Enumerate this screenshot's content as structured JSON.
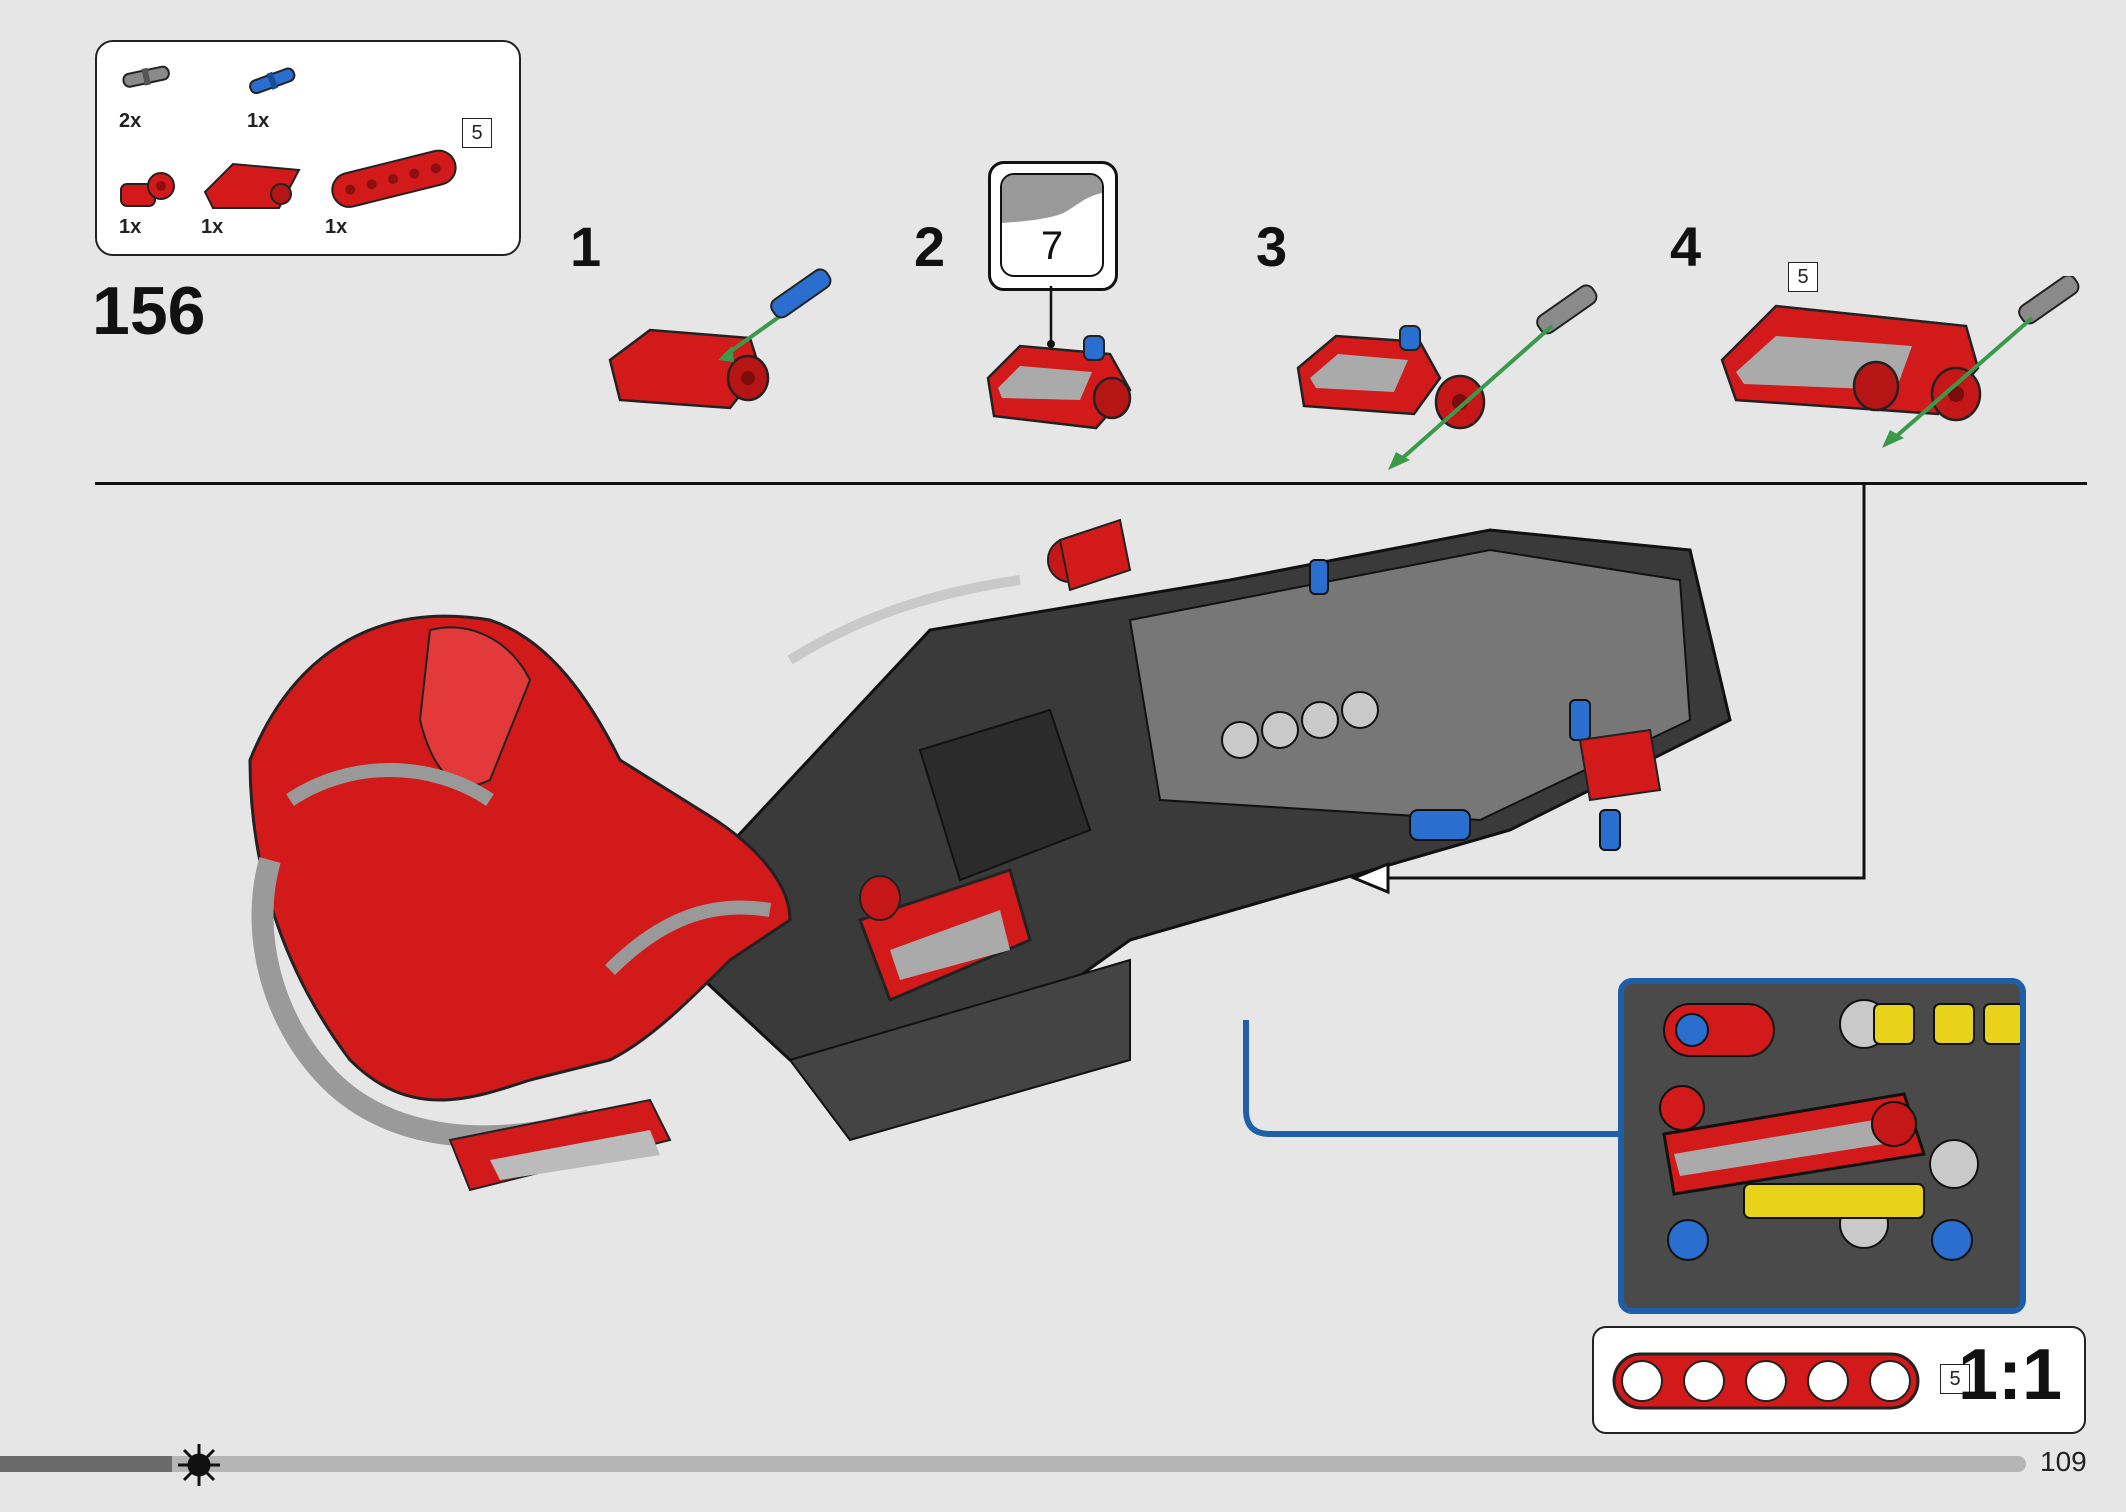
{
  "parts_list": {
    "items": [
      {
        "qty": "2x",
        "icon": "gray-axle-pin-icon",
        "color": "#8a8a8a"
      },
      {
        "qty": "1x",
        "icon": "blue-axle-pin-icon",
        "color": "#2a6fd0"
      },
      {
        "qty": "1x",
        "icon": "red-angle-connector-icon",
        "color": "#d21a1a"
      },
      {
        "qty": "1x",
        "icon": "red-panel-icon",
        "color": "#d21a1a"
      },
      {
        "qty": "1x",
        "icon": "red-beam-5-icon",
        "color": "#d21a1a"
      }
    ],
    "beam_length": "5"
  },
  "step_number": "156",
  "sub_steps": [
    {
      "number": "1"
    },
    {
      "number": "2",
      "sticker": "7"
    },
    {
      "number": "3"
    },
    {
      "number": "4",
      "beam_length": "5"
    }
  ],
  "scale_callout": {
    "beam_length": "5",
    "label": "1:1"
  },
  "progress": {
    "fraction": 0.085
  },
  "page_number": "109",
  "colors": {
    "brand_red": "#d21a1a",
    "callout_blue": "#1f5fa8",
    "arrow_green": "#3a9a4a",
    "dark_gray": "#3a3a3a"
  }
}
